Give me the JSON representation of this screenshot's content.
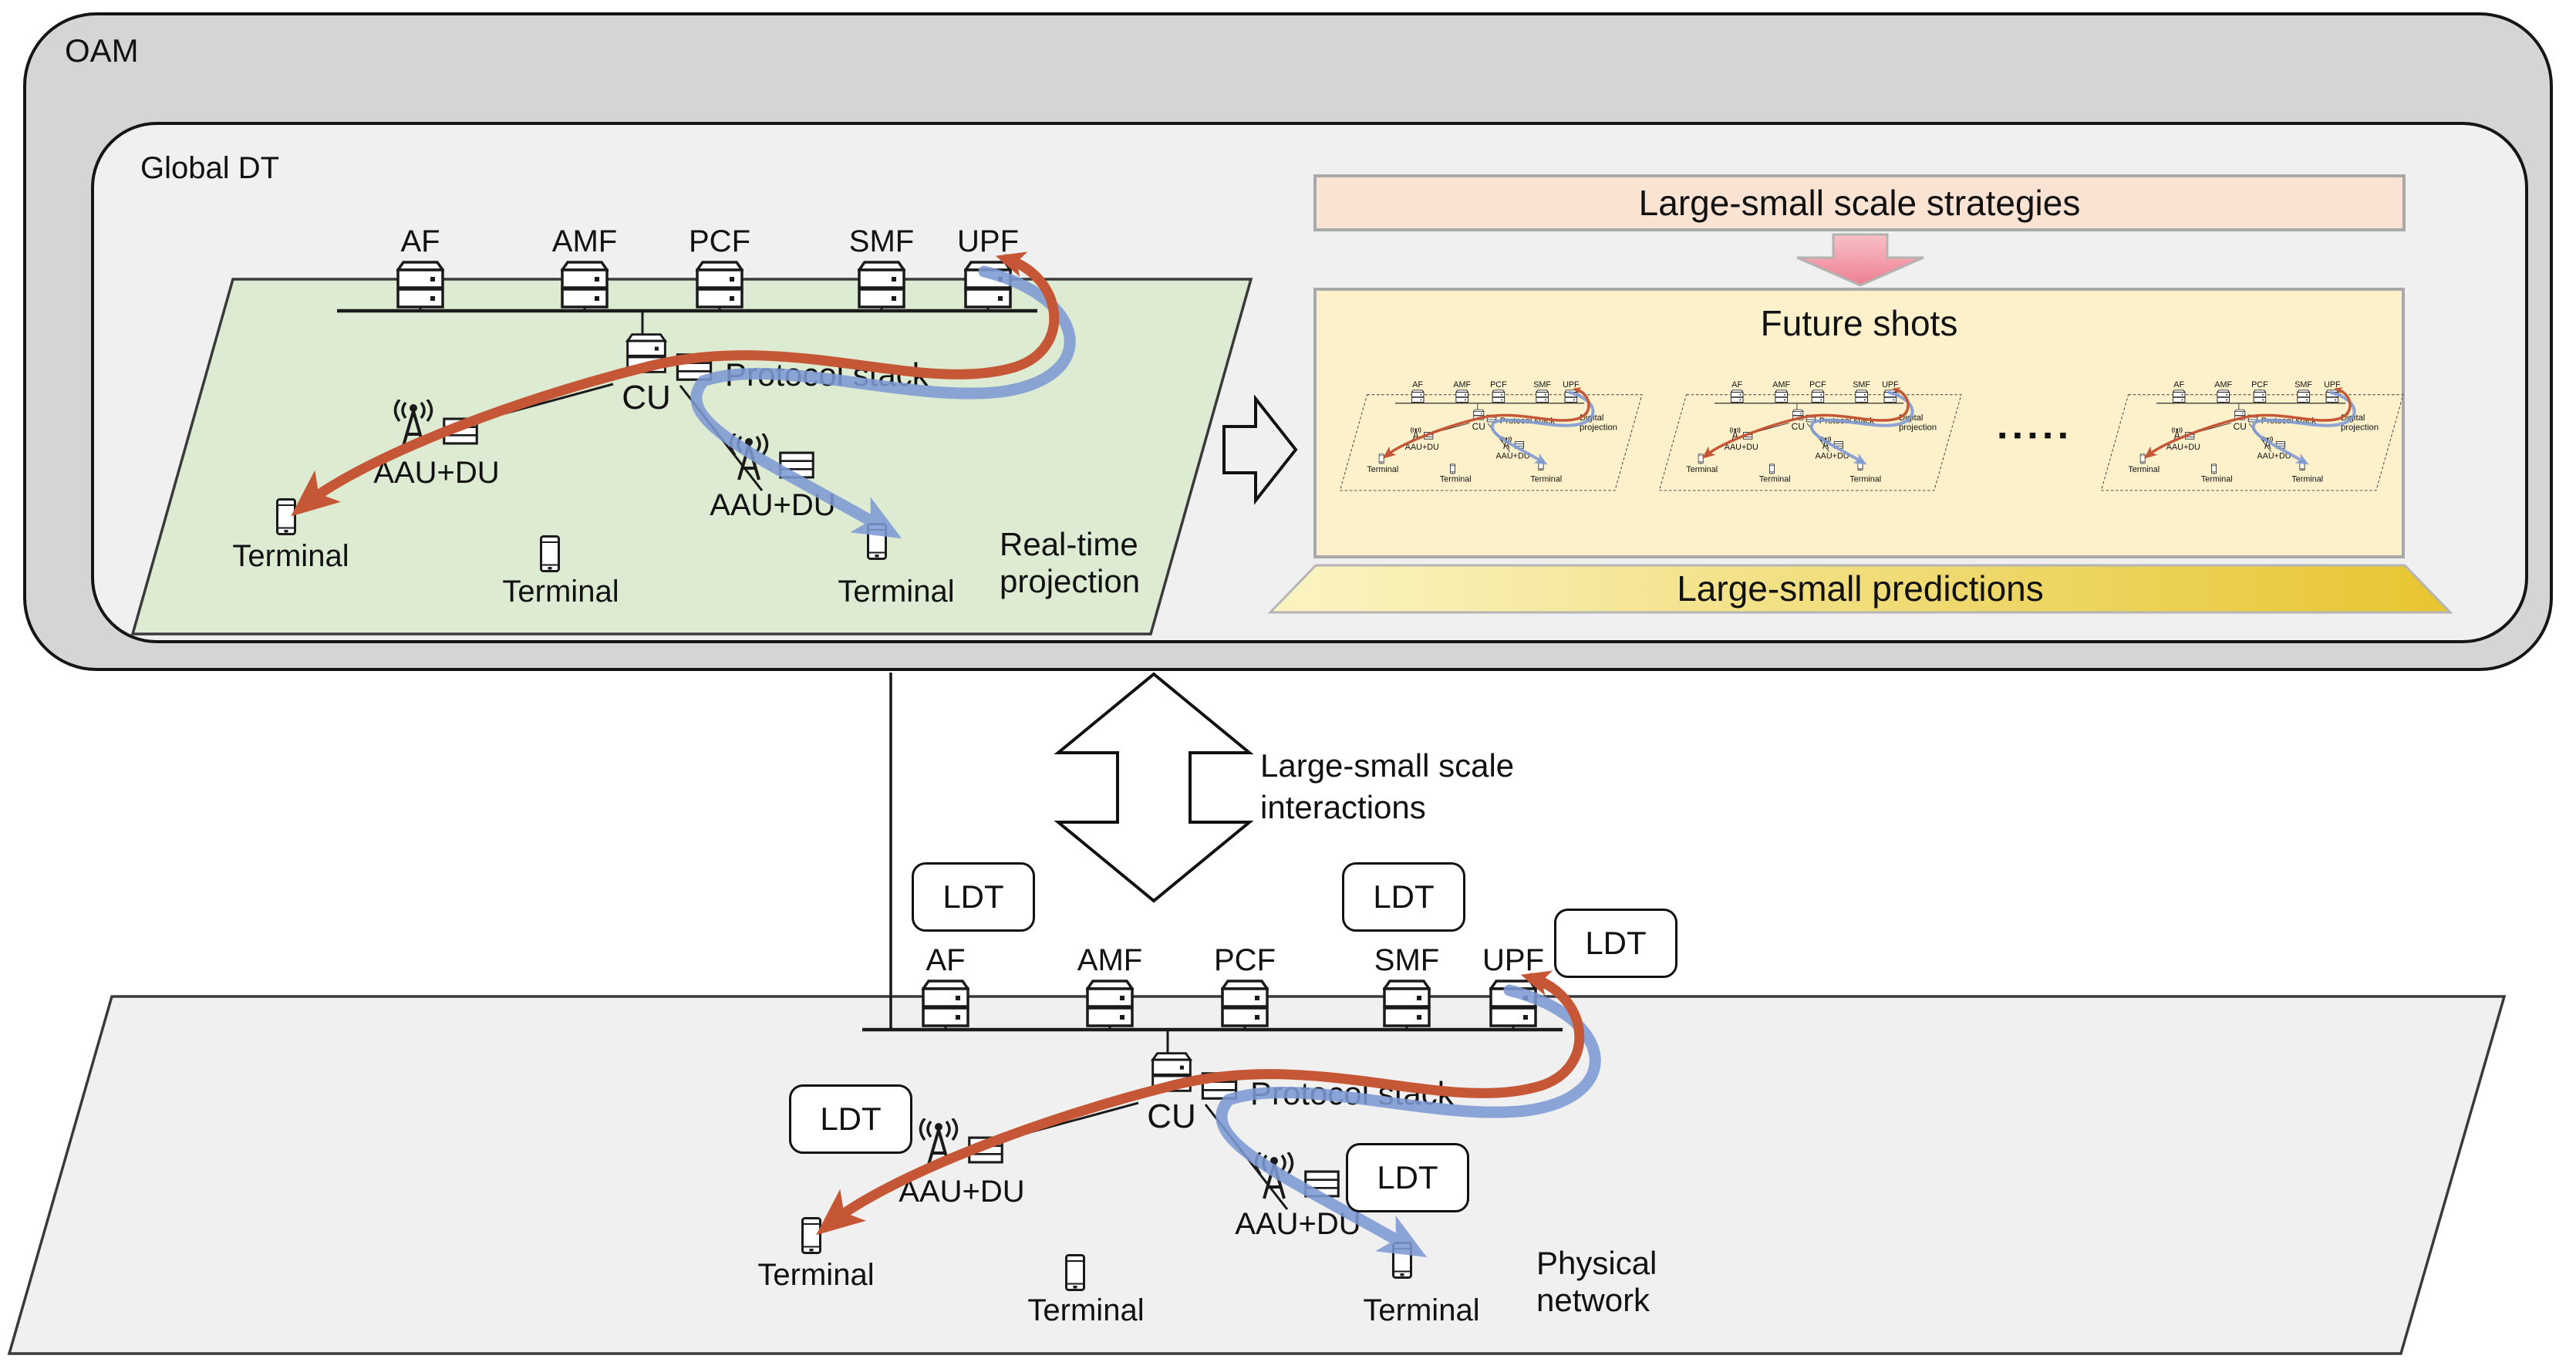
{
  "oam": {
    "label": "OAM"
  },
  "global_dt": {
    "label": "Global DT"
  },
  "strategies_banner": {
    "label": "Large-small scale strategies"
  },
  "future_shots": {
    "title": "Future shots",
    "ellipsis": "▪▪▪▪▪"
  },
  "predictions_banner": {
    "label": "Large-small predictions"
  },
  "interactions_label": {
    "line1": "Large-small scale",
    "line2": "interactions"
  },
  "ldt_label": "LDT",
  "network": {
    "nodes": {
      "af": "AF",
      "amf": "AMF",
      "pcf": "PCF",
      "smf": "SMF",
      "upf": "UPF",
      "cu": "CU",
      "protocol_stack": "Protocol stack",
      "aau_du": "AAU+DU",
      "terminal": "Terminal"
    },
    "top_corner_label": {
      "line1": "Real-time",
      "line2": "projection"
    },
    "mini_corner_label": {
      "line1": "Digital",
      "line2": "projection"
    },
    "bottom_corner_label": {
      "line1": "Physical",
      "line2": "network"
    }
  },
  "colors": {
    "oam_bg": "#d5d5d5",
    "panel_bg": "#f0f0f0",
    "green": "#dcebd2",
    "yellow": "#fdf1cc",
    "peach": "#fbe3d4",
    "border_gray": "#a9a9a9",
    "gold_left": "#faf3c0",
    "gold_right": "#e7c52f",
    "red": "#c65736",
    "blue": "#7e9ad4",
    "pink_light": "#f9c2c7",
    "pink_dark": "#ed7f92",
    "ink": "#111111"
  }
}
